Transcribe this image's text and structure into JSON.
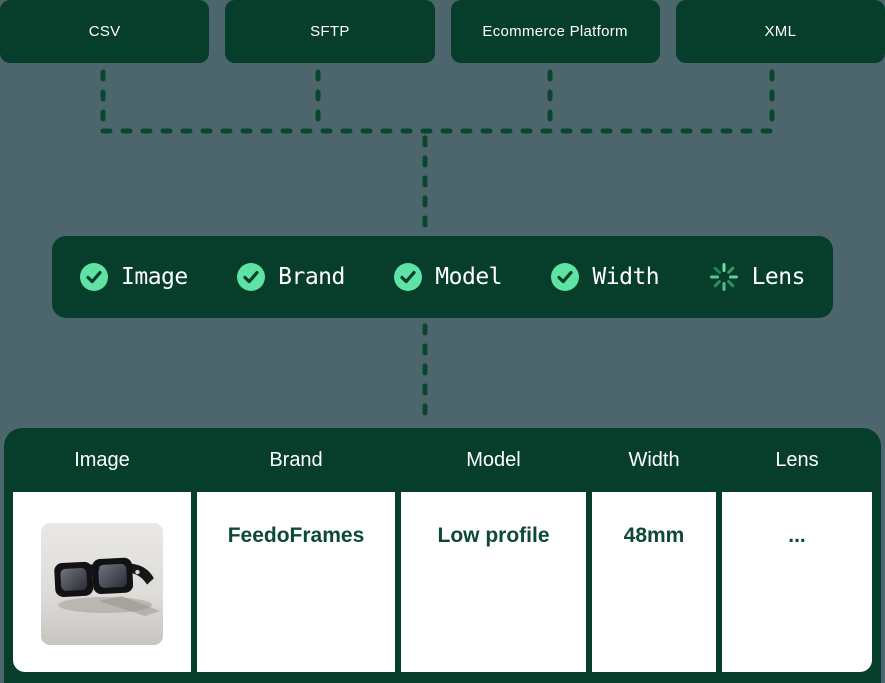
{
  "colors": {
    "background": "#4d666d",
    "dark_green": "#063e2b",
    "mint": "#5fe3a4",
    "cell_text_green": "#0d4a36",
    "text_white": "#ffffff"
  },
  "sources": [
    {
      "label": "CSV"
    },
    {
      "label": "SFTP"
    },
    {
      "label": "Ecommerce Platform"
    },
    {
      "label": "XML"
    }
  ],
  "attributes": [
    {
      "label": "Image",
      "status": "done"
    },
    {
      "label": "Brand",
      "status": "done"
    },
    {
      "label": "Model",
      "status": "done"
    },
    {
      "label": "Width",
      "status": "done"
    },
    {
      "label": "Lens",
      "status": "loading"
    }
  ],
  "table": {
    "headers": [
      "Image",
      "Brand",
      "Model",
      "Width",
      "Lens"
    ],
    "row": {
      "image": "sunglasses-product-photo",
      "brand": "FeedoFrames",
      "model": "Low profile",
      "width": "48mm",
      "lens": "..."
    }
  }
}
